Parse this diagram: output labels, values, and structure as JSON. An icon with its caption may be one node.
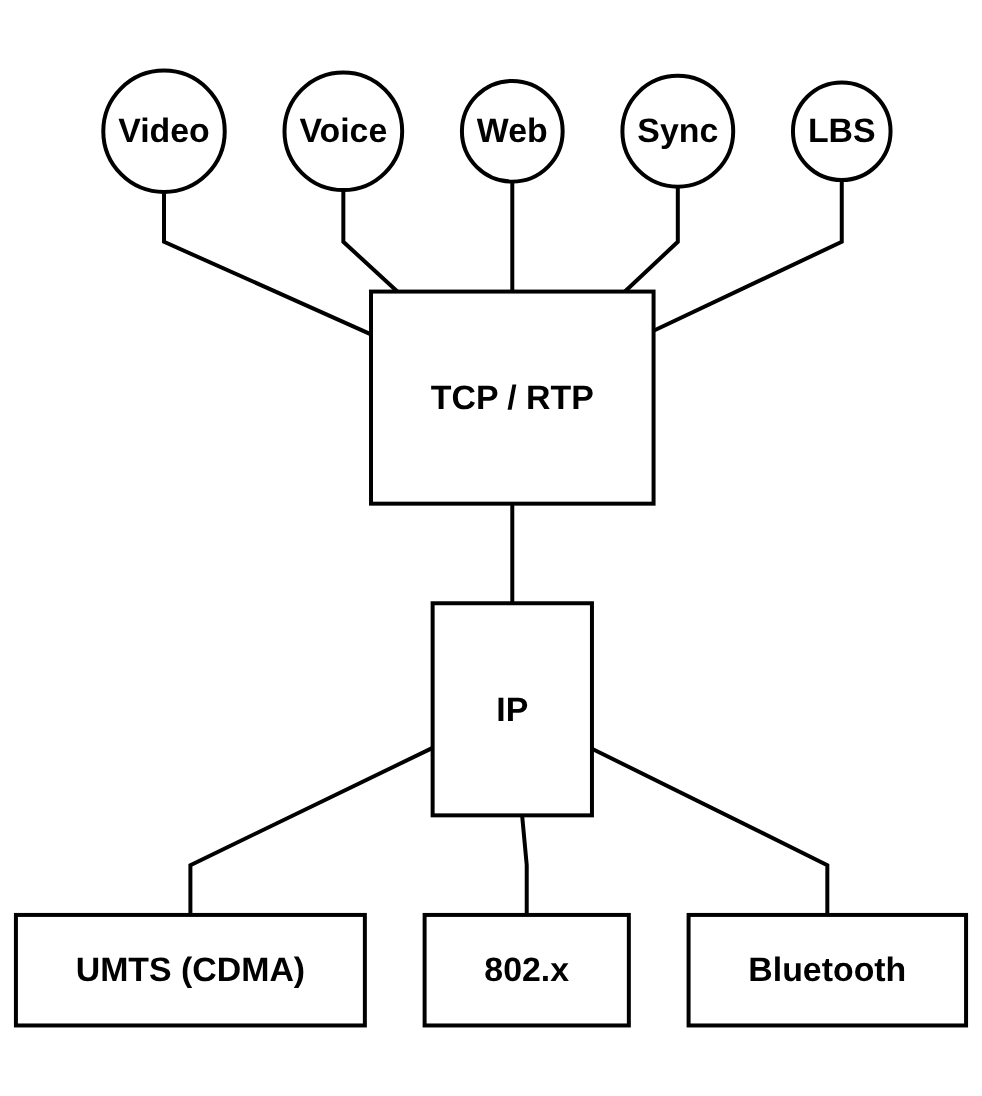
{
  "diagram": {
    "nodes": [
      {
        "text": [
          "Video"
        ]
      },
      {
        "text": [
          "Voice"
        ]
      },
      {
        "text": [
          "Web"
        ]
      },
      {
        "text": [
          "Sync"
        ]
      },
      {
        "text": [
          "LBS"
        ]
      },
      {
        "text": [
          "TCP / RTP"
        ]
      },
      {
        "text": [
          "IP"
        ]
      },
      {
        "text": [
          "UMTS (CDMA)"
        ]
      },
      {
        "text": [
          "802.x"
        ]
      },
      {
        "text": [
          "Bluetooth"
        ]
      }
    ],
    "edges": [
      {
        "from": 0,
        "to": 5,
        "arrow": "none"
      },
      {
        "from": 1,
        "to": 5,
        "arrow": "none"
      },
      {
        "from": 2,
        "to": 5,
        "arrow": "none"
      },
      {
        "from": 3,
        "to": 5,
        "arrow": "none"
      },
      {
        "from": 4,
        "to": 5,
        "arrow": "none"
      },
      {
        "from": 5,
        "to": 6,
        "arrow": "none"
      },
      {
        "from": 6,
        "to": 7,
        "arrow": "none"
      },
      {
        "from": 6,
        "to": 8,
        "arrow": "none"
      },
      {
        "from": 6,
        "to": 9,
        "arrow": "none"
      }
    ]
  }
}
